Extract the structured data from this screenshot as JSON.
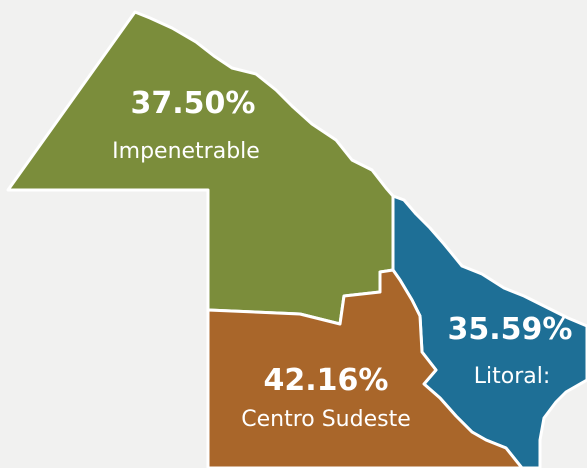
{
  "colors": {
    "background": "#f1f1f0",
    "impenetrable": "#7b8d3b",
    "centro_sudeste": "#a9662a",
    "litoral": "#1e6f96",
    "border": "#ffffff",
    "label": "#ffffff"
  },
  "regions": [
    {
      "key": "impenetrable",
      "name": "Impenetrable",
      "percent": "37.50%"
    },
    {
      "key": "centro_sudeste",
      "name": "Centro Sudeste",
      "percent": "42.16%"
    },
    {
      "key": "litoral",
      "name": "Litoral:",
      "percent": "35.59%"
    }
  ]
}
